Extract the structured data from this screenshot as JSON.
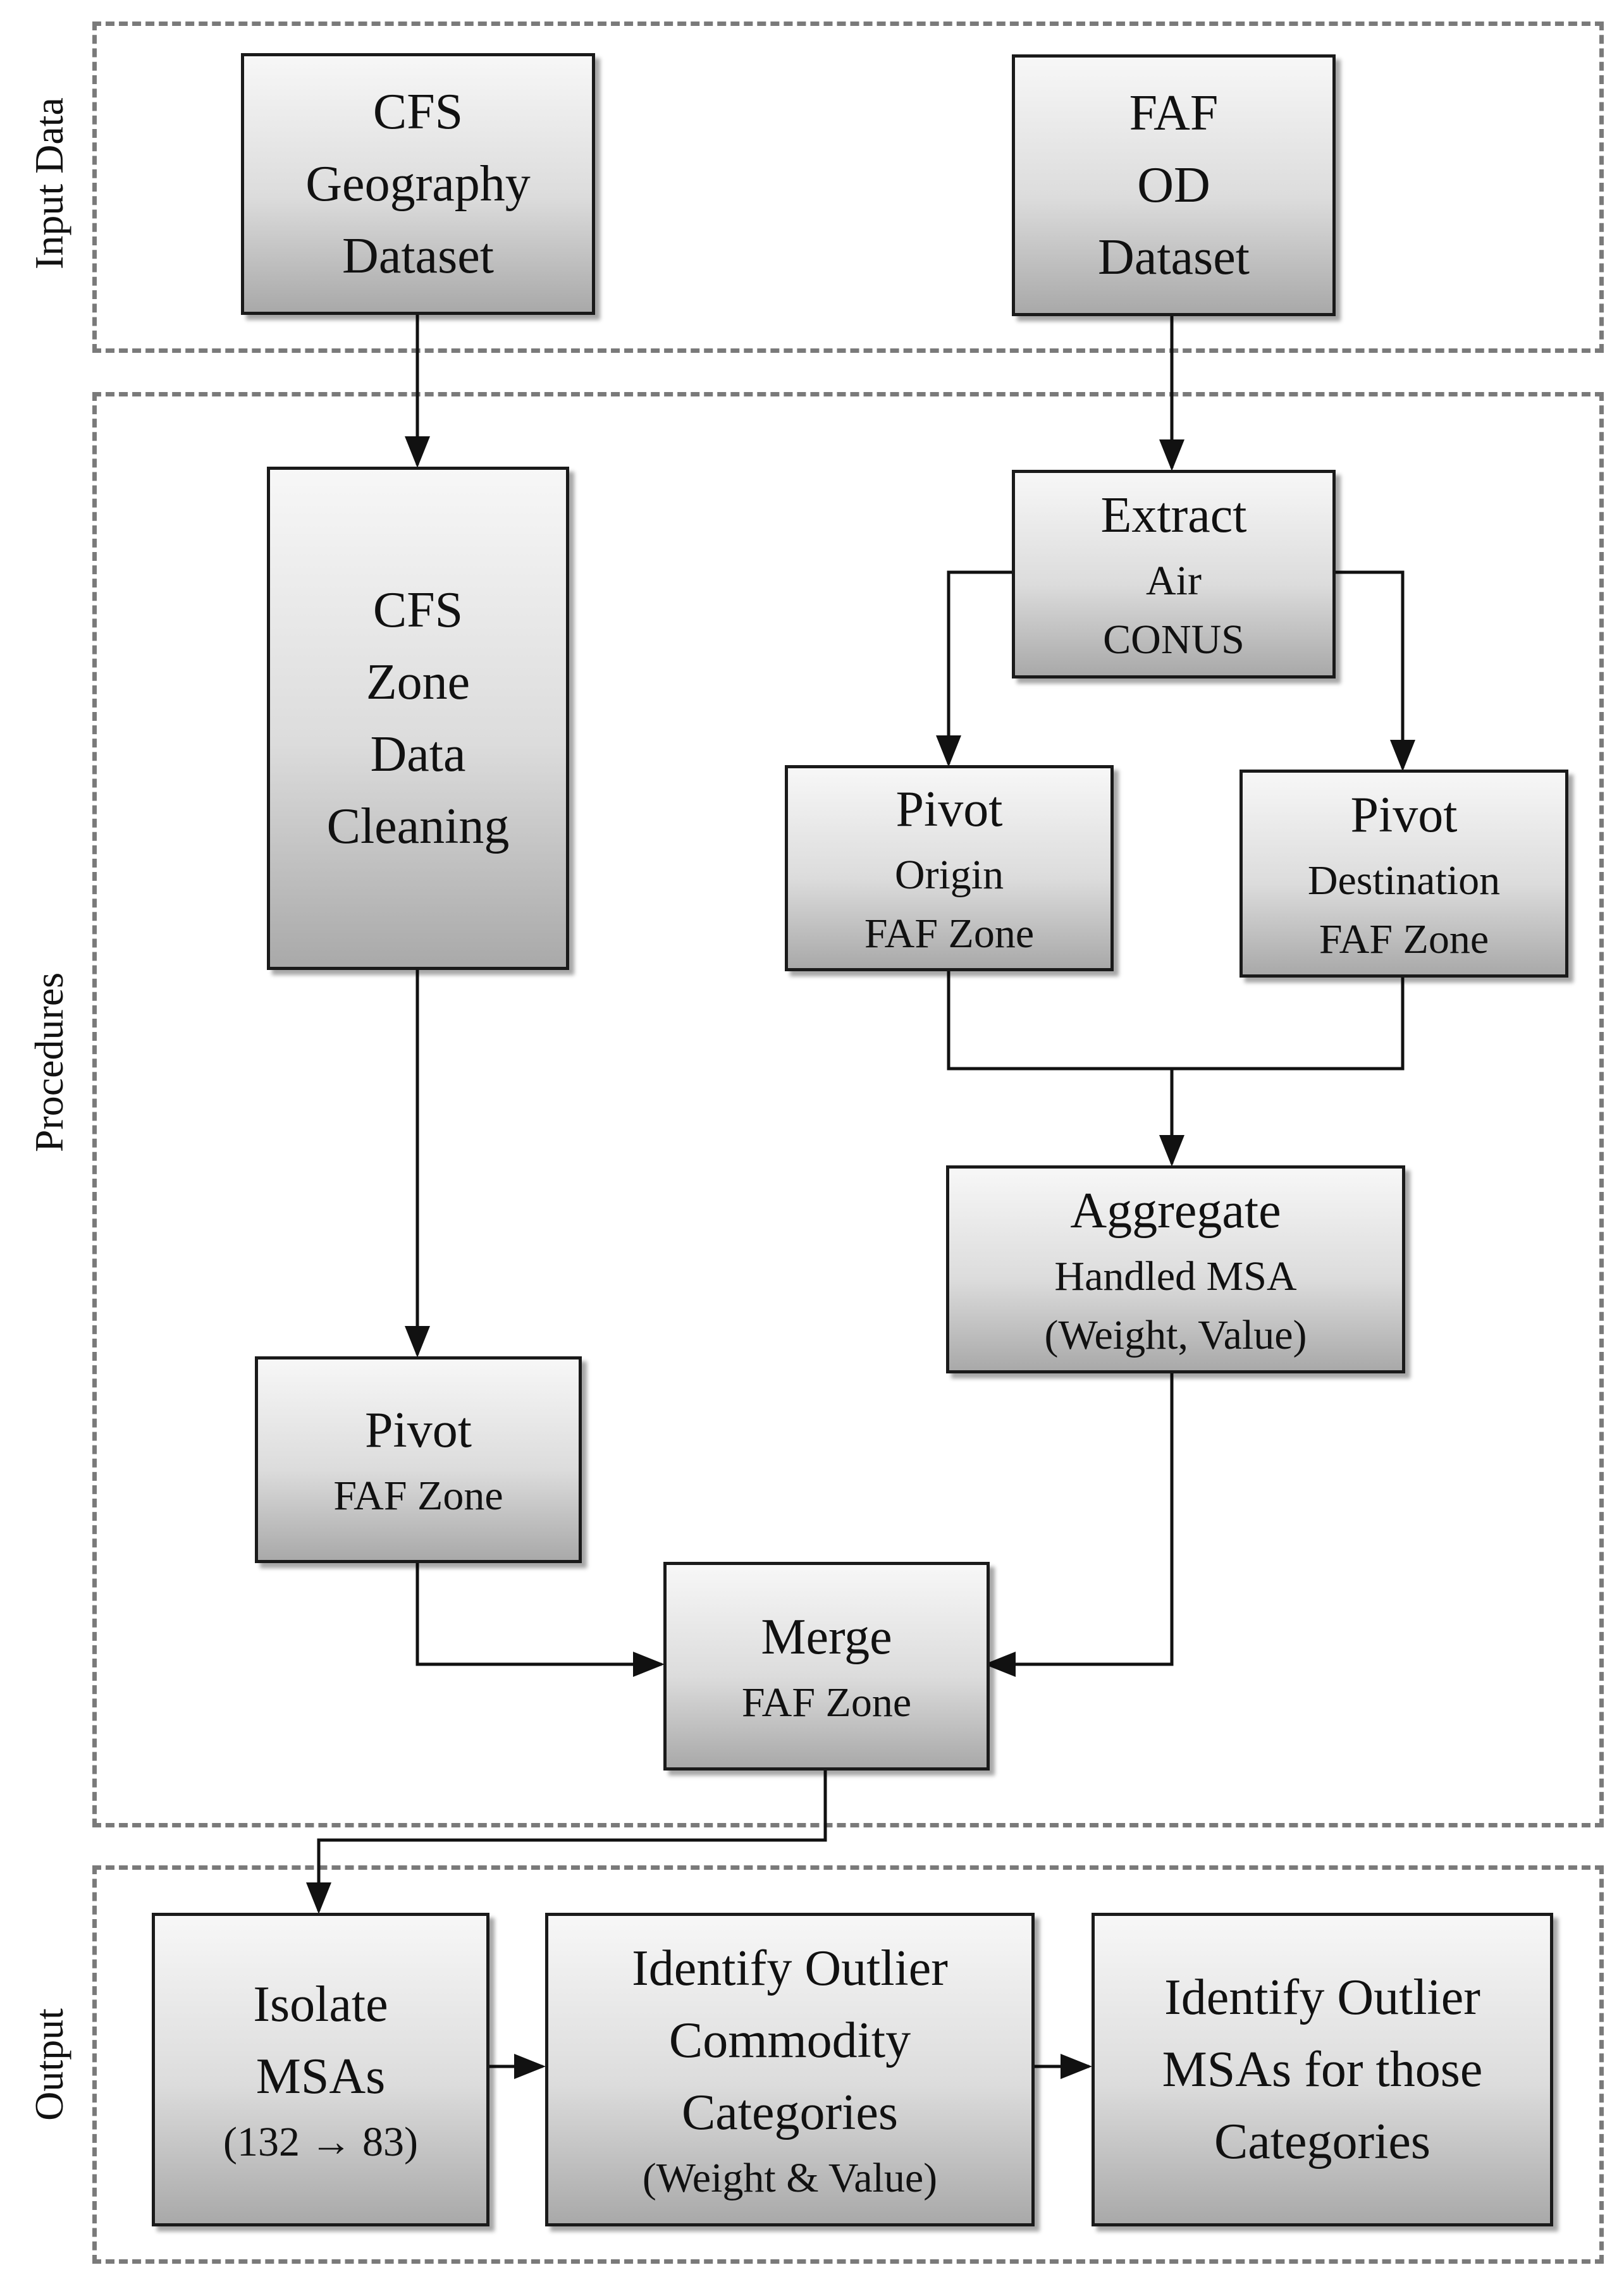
{
  "sections": {
    "input": "Input Data",
    "procedures": "Procedures",
    "output": "Output"
  },
  "boxes": {
    "cfs_geography": {
      "lines": [
        "CFS",
        "Geography",
        "Dataset"
      ]
    },
    "faf_od": {
      "lines": [
        "FAF",
        "OD",
        "Dataset"
      ]
    },
    "cfs_cleaning": {
      "lines": [
        "CFS",
        "Zone",
        "Data",
        "Cleaning"
      ]
    },
    "extract": {
      "title": "Extract",
      "lines": [
        "Air",
        "CONUS"
      ]
    },
    "pivot_origin": {
      "title": "Pivot",
      "lines": [
        "Origin",
        "FAF Zone"
      ]
    },
    "pivot_destination": {
      "title": "Pivot",
      "lines": [
        "Destination",
        "FAF Zone"
      ]
    },
    "aggregate": {
      "title": "Aggregate",
      "lines": [
        "Handled MSA",
        "(Weight, Value)"
      ]
    },
    "pivot_faf": {
      "title": "Pivot",
      "lines": [
        "FAF Zone"
      ]
    },
    "merge": {
      "title": "Merge",
      "lines": [
        "FAF Zone"
      ]
    },
    "isolate": {
      "lines": [
        "Isolate",
        "MSAs"
      ],
      "note": "(132 → 83)"
    },
    "identify_categories": {
      "lines": [
        "Identify Outlier",
        "Commodity",
        "Categories"
      ],
      "note": "(Weight & Value)"
    },
    "identify_msas": {
      "lines": [
        "Identify Outlier",
        "MSAs for those",
        "Categories"
      ]
    }
  }
}
